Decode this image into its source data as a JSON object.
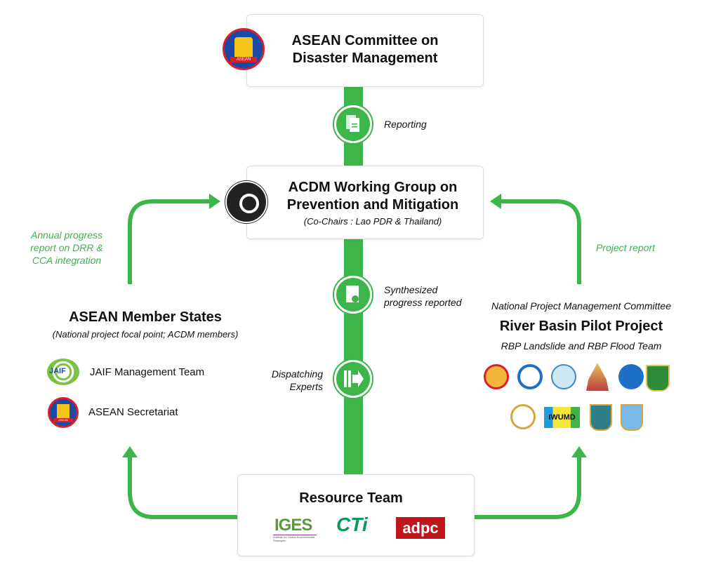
{
  "top_box": {
    "title_line1": "ASEAN Committee on",
    "title_line2": "Disaster Management",
    "logo_text": "ASEAN"
  },
  "middle_box": {
    "title_line1": "ACDM Working Group on",
    "title_line2": "Prevention and Mitigation",
    "subtitle": "(Co-Chairs : Lao PDR & Thailand)"
  },
  "flow_labels": {
    "reporting": "Reporting",
    "synthesized_line1": "Synthesized",
    "synthesized_line2": "progress reported",
    "dispatching_line1": "Dispatching",
    "dispatching_line2": "Experts"
  },
  "left_annotation": {
    "line1": "Annual progress",
    "line2": "report on DRR &",
    "line3": "CCA integration"
  },
  "right_annotation": "Project report",
  "member_states": {
    "title": "ASEAN Member States",
    "subtitle": "(National project focal point; ACDM members)",
    "items": [
      {
        "label": "JAIF Management Team",
        "logo_text": "JAIF"
      },
      {
        "label": "ASEAN Secretariat",
        "logo_text": "ASEAN"
      }
    ]
  },
  "river_basin": {
    "committee": "National Project Management Committee",
    "title": "River Basin Pilot Project",
    "subtitle": "RBP Landslide and RBP Flood Team",
    "logo_text": "IWUMD"
  },
  "resource_team": {
    "title": "Resource Team",
    "logos": [
      "IGES",
      "CTi",
      "adpc"
    ],
    "iges_caption": "Institute for Global Environmental Strategies"
  },
  "colors": {
    "green": "#3cb54a",
    "text": "#111111"
  }
}
